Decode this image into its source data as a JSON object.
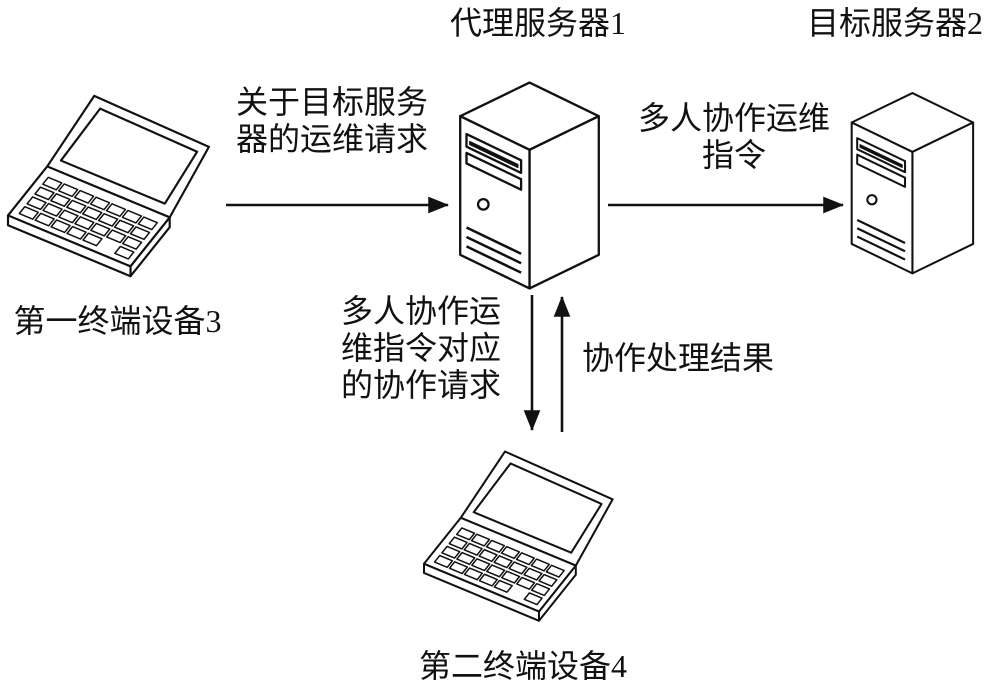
{
  "figure": {
    "background": "#ffffff",
    "ink_color": "#111111"
  },
  "nodes": {
    "proxy_server": {
      "label": "代理服务器1",
      "kind": "server-tower"
    },
    "target_server": {
      "label": "目标服务器2",
      "kind": "server-tower"
    },
    "terminal_1": {
      "label": "第一终端设备3",
      "kind": "laptop"
    },
    "terminal_2": {
      "label": "第二终端设备4",
      "kind": "laptop"
    }
  },
  "edges": [
    {
      "from": "terminal_1",
      "to": "proxy_server",
      "direction": "right",
      "lines": [
        "关于目标服务",
        "器的运维请求"
      ]
    },
    {
      "from": "proxy_server",
      "to": "target_server",
      "direction": "right",
      "lines": [
        "多人协作运维",
        "指令"
      ]
    },
    {
      "from": "proxy_server",
      "to": "terminal_2",
      "direction": "down",
      "lines": [
        "多人协作运",
        "维指令对应",
        "的协作请求"
      ]
    },
    {
      "from": "terminal_2",
      "to": "proxy_server",
      "direction": "up",
      "lines": [
        "协作处理结果"
      ]
    }
  ]
}
